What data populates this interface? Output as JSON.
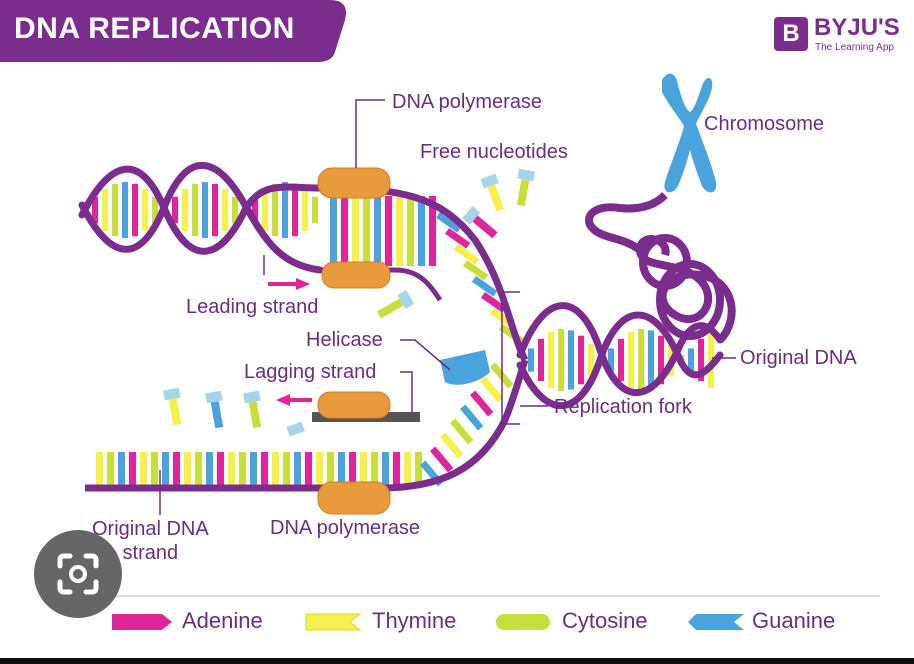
{
  "title": "DNA REPLICATION",
  "brand": {
    "name": "BYJU'S",
    "tagline": "The Learning App",
    "mark": "B"
  },
  "labels": {
    "dna_polymerase_top": "DNA polymerase",
    "free_nucleotides": "Free nucleotides",
    "chromosome": "Chromosome",
    "leading_strand": "Leading strand",
    "helicase": "Helicase",
    "lagging_strand": "Lagging strand",
    "original_dna": "Original DNA",
    "replication_fork": "Replication fork",
    "original_dna_strand_line1": "Original DNA",
    "original_dna_strand_line2": "strand",
    "dna_polymerase_bottom": "DNA polymerase"
  },
  "legend": [
    {
      "name": "Adenine",
      "color": "#e0249a"
    },
    {
      "name": "Thymine",
      "color": "#f5f04a"
    },
    {
      "name": "Cytosine",
      "color": "#c8de3c"
    },
    {
      "name": "Guanine",
      "color": "#4aa3dc"
    }
  ],
  "colors": {
    "backbone": "#7b2d8e",
    "banner": "#7b2d8e",
    "polymerase": "#e89a3c",
    "chromosome": "#4aa3dc",
    "label_text": "#6a2d86",
    "leader_line": "#6a2d86"
  },
  "icons": {
    "lens": "camera-lens-icon"
  }
}
